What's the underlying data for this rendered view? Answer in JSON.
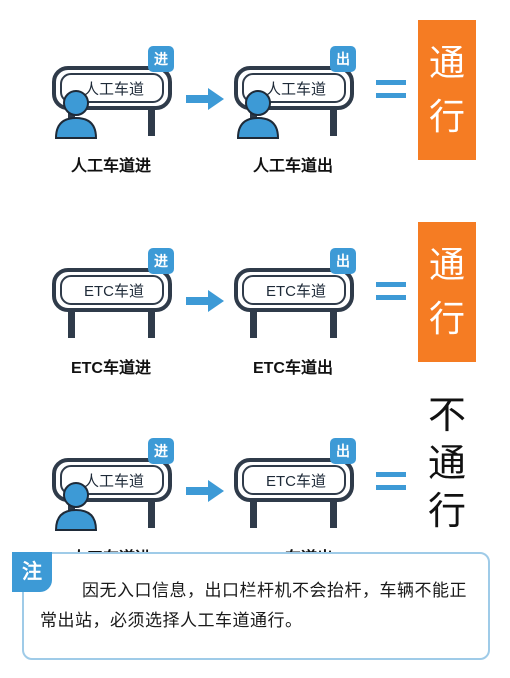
{
  "rows": [
    {
      "entry": {
        "sign": "人工车道",
        "tag": "进",
        "caption": "人工车道进",
        "has_person": true
      },
      "exit": {
        "sign": "人工车道",
        "tag": "出",
        "caption": "人工车道出",
        "has_person": true
      },
      "result": {
        "text": [
          "通",
          "行"
        ],
        "pass": true
      }
    },
    {
      "entry": {
        "sign": "ETC车道",
        "tag": "进",
        "caption": "ETC车道进",
        "has_person": false
      },
      "exit": {
        "sign": "ETC车道",
        "tag": "出",
        "caption": "ETC车道出",
        "has_person": false
      },
      "result": {
        "text": [
          "通",
          "行"
        ],
        "pass": true
      }
    },
    {
      "entry": {
        "sign": "人工车道",
        "tag": "进",
        "caption": "人工车道进",
        "has_person": true
      },
      "exit": {
        "sign": "ETC车道",
        "tag": "出",
        "caption": "ETC车道出",
        "has_person": false
      },
      "result": {
        "text": [
          "不",
          "通",
          "行"
        ],
        "pass": false
      }
    }
  ],
  "note": {
    "badge": "注",
    "text": "因无入口信息，出口栏杆机不会抬杆，车辆不能正常出站，必须选择人工车道通行。"
  },
  "colors": {
    "blue": "#3d9ad6",
    "gate_outline": "#2f3b4a",
    "pass_bg": "#f57c23",
    "note_border": "#9fcbe8"
  },
  "icons": [
    "toll-gate-icon",
    "person-icon",
    "arrow-right-icon",
    "equals-icon"
  ]
}
